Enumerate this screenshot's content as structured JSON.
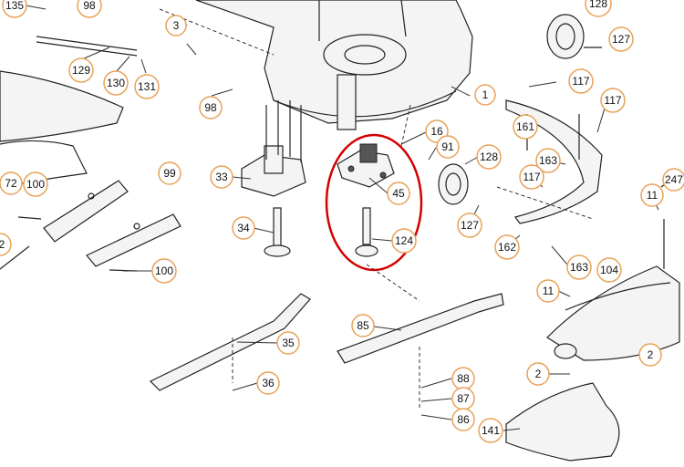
{
  "diagram": {
    "callouts": [
      {
        "id": "c135",
        "label": "135"
      },
      {
        "id": "c98a",
        "label": "98"
      },
      {
        "id": "c3",
        "label": "3"
      },
      {
        "id": "c129",
        "label": "129"
      },
      {
        "id": "c130",
        "label": "130"
      },
      {
        "id": "c131",
        "label": "131"
      },
      {
        "id": "c98b",
        "label": "98"
      },
      {
        "id": "c1",
        "label": "1"
      },
      {
        "id": "c128a",
        "label": "128"
      },
      {
        "id": "c127a",
        "label": "127"
      },
      {
        "id": "c117a",
        "label": "117"
      },
      {
        "id": "c117b",
        "label": "117"
      },
      {
        "id": "c161",
        "label": "161"
      },
      {
        "id": "c16",
        "label": "16"
      },
      {
        "id": "c91",
        "label": "91"
      },
      {
        "id": "c128b",
        "label": "128"
      },
      {
        "id": "c163a",
        "label": "163"
      },
      {
        "id": "c117c",
        "label": "117"
      },
      {
        "id": "c11a",
        "label": "11"
      },
      {
        "id": "c247",
        "label": "247"
      },
      {
        "id": "c72",
        "label": "72"
      },
      {
        "id": "c100a",
        "label": "100"
      },
      {
        "id": "c99",
        "label": "99"
      },
      {
        "id": "c33",
        "label": "33"
      },
      {
        "id": "c45",
        "label": "45"
      },
      {
        "id": "c127b",
        "label": "127"
      },
      {
        "id": "c2a",
        "label": "2"
      },
      {
        "id": "c34",
        "label": "34"
      },
      {
        "id": "c124",
        "label": "124"
      },
      {
        "id": "c162",
        "label": "162"
      },
      {
        "id": "c163b",
        "label": "163"
      },
      {
        "id": "c104",
        "label": "104"
      },
      {
        "id": "c100b",
        "label": "100"
      },
      {
        "id": "c11b",
        "label": "11"
      },
      {
        "id": "c85",
        "label": "85"
      },
      {
        "id": "c35",
        "label": "35"
      },
      {
        "id": "c2b",
        "label": "2"
      },
      {
        "id": "c2c",
        "label": "2"
      },
      {
        "id": "c36",
        "label": "36"
      },
      {
        "id": "c88",
        "label": "88"
      },
      {
        "id": "c87",
        "label": "87"
      },
      {
        "id": "c86",
        "label": "86"
      },
      {
        "id": "c141",
        "label": "141"
      }
    ],
    "colors": {
      "callout_border": "#e8a25a",
      "highlight": "#d40000",
      "line": "#222222"
    }
  }
}
